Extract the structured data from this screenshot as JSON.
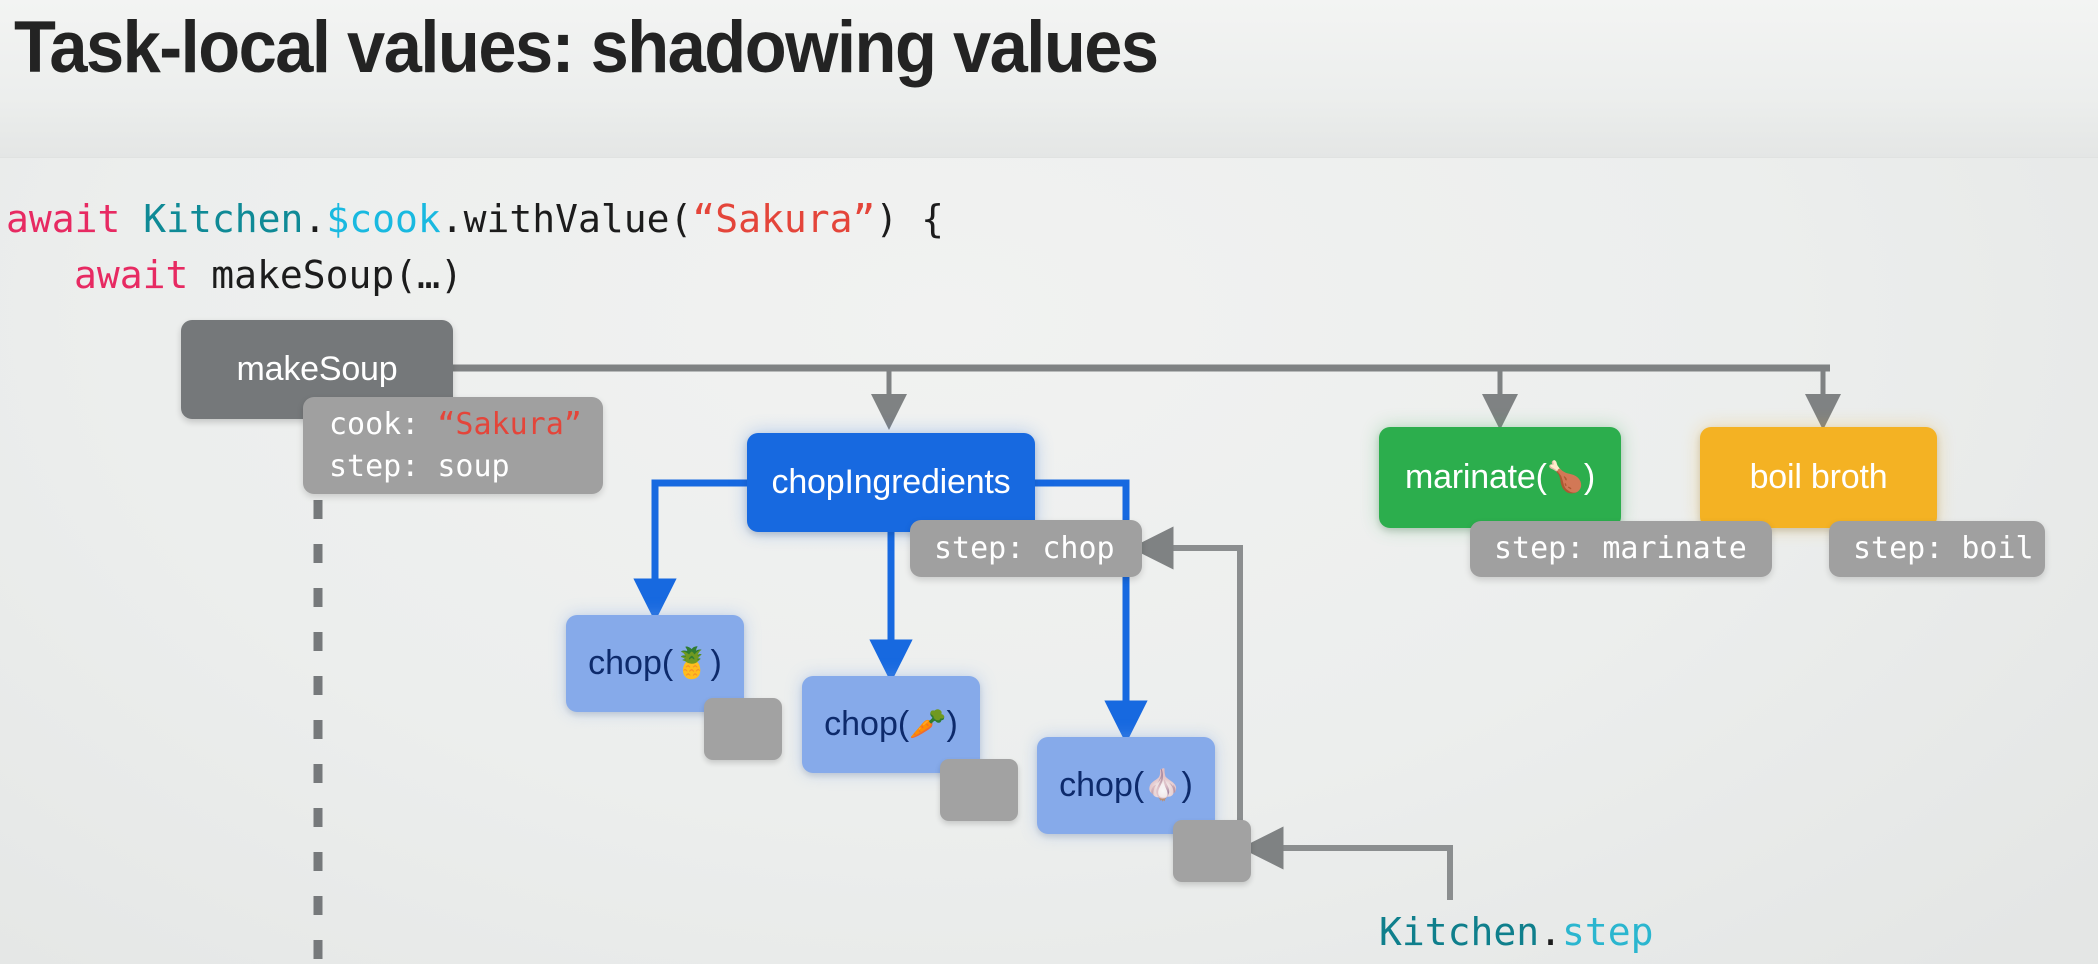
{
  "slide": {
    "title": "Task-local values: shadowing values",
    "background": "#eef0ef"
  },
  "code": {
    "line1": {
      "await": "await ",
      "type": "Kitchen",
      "dot1": ".",
      "prop": "$cook",
      "call": ".withValue(",
      "string": "“Sakura”",
      "tail": ") {"
    },
    "line2": {
      "indent": "    ",
      "await": "await ",
      "call": "makeSoup(…)"
    }
  },
  "graph": {
    "nodes": [
      {
        "id": "makeSoup",
        "label": "makeSoup",
        "color": "#75787a",
        "kind": "root-task"
      },
      {
        "id": "chopIngredients",
        "label": "chopIngredients",
        "color": "#1769e0",
        "kind": "child-task"
      },
      {
        "id": "marinate",
        "label": "marinate(",
        "emoji": "🍗",
        "label_end": ")",
        "color": "#2cae4d",
        "kind": "child-task"
      },
      {
        "id": "boilBroth",
        "label": "boil broth",
        "color": "#f4b223",
        "kind": "child-task"
      }
    ],
    "leaves": [
      {
        "id": "chopPineapple",
        "label": "chop(",
        "emoji": "🍍",
        "label_end": ")",
        "color": "#86aaea"
      },
      {
        "id": "chopCarrot",
        "label": "chop(",
        "emoji": "🥕",
        "label_end": ")",
        "color": "#86aaea"
      },
      {
        "id": "chopGarlic",
        "label": "chop(",
        "emoji": "🧄",
        "label_end": ")",
        "color": "#86aaea"
      }
    ],
    "annotations": [
      {
        "id": "makeSoupValues",
        "line1_key": "cook: ",
        "line1_val": "“Sakura”",
        "line2": "step: soup"
      },
      {
        "id": "chopStep",
        "text": "step: chop"
      },
      {
        "id": "marinateStep",
        "text": "step: marinate"
      },
      {
        "id": "boilStep",
        "text": "step: boil"
      }
    ],
    "bottom_label": {
      "type": "Kitchen",
      "dot": ".",
      "prop": "step"
    },
    "colors": {
      "wire_gray": "#7f8283",
      "wire_blue": "#1769e0",
      "chip_gray": "#a0a0a0",
      "stub_gray": "#a2a2a2"
    }
  }
}
